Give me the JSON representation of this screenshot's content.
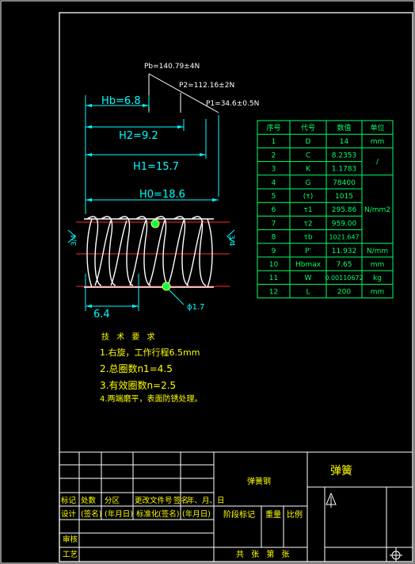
{
  "loads": {
    "pb": "Pb=140.79±4N",
    "p2": "P2=112.16±2N",
    "p1": "P1=34.6±0.5N"
  },
  "dims": {
    "hb": "Hb=6.8",
    "h2": "H2=9.2",
    "h1": "H1=15.7",
    "h0": "H0=18.6",
    "pitch": "6.4",
    "wire": "ϕ1.7",
    "left_angle": "3/4",
    "right_angle": "3/4"
  },
  "param_table": {
    "headers": [
      "序号",
      "代号",
      "数值",
      "单位"
    ],
    "rows": [
      [
        "1",
        "D",
        "14",
        "mm"
      ],
      [
        "2",
        "C",
        "8.2353",
        "/"
      ],
      [
        "3",
        "K",
        "1.1783",
        ""
      ],
      [
        "4",
        "G",
        "78400",
        "N/mm2"
      ],
      [
        "5",
        "(τ)",
        "1015",
        ""
      ],
      [
        "6",
        "τ1",
        "295.86",
        ""
      ],
      [
        "7",
        "τ2",
        "959.00",
        ""
      ],
      [
        "8",
        "τb",
        "1021.647",
        ""
      ],
      [
        "9",
        "P'",
        "11.932",
        "N/mm"
      ],
      [
        "10",
        "Hbmax",
        "7.65",
        "mm"
      ],
      [
        "11",
        "W",
        "0.00110672",
        "kg"
      ],
      [
        "12",
        "L",
        "200",
        "mm"
      ]
    ]
  },
  "requirements": {
    "title": "技 术 要 求",
    "items": [
      "1.右旋，工作行程6.5mm",
      "2.总圈数n1=4.5",
      "3.有效圈数n=2.5",
      "4.两端磨平，表面防锈处理。"
    ]
  },
  "title_block": {
    "material": "弹簧钢",
    "part_name": "弹簧",
    "row1": [
      "标记",
      "处数",
      "分区",
      "更改文件号",
      "签名",
      "年、月、日"
    ],
    "row2": [
      "设计",
      "(签名)",
      "(年月日)",
      "标准化",
      "(签名)",
      "(年月日)"
    ],
    "stage": "阶段标记",
    "weight": "重量",
    "scale": "比例",
    "review": "审核",
    "process": "工艺",
    "sheets": "共 张 第 张"
  },
  "colors": {
    "background": "#000000",
    "frame": "#ffffff",
    "dimension": "#00ffff",
    "text": "#ffff00",
    "table": "#00ff66",
    "centerline": "#ff2a2a"
  }
}
